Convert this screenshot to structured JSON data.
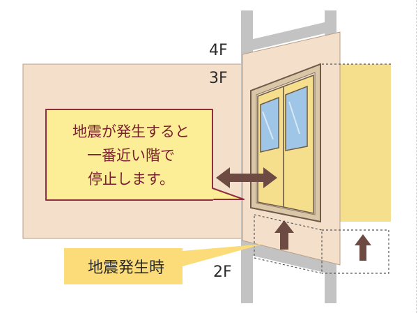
{
  "floors": {
    "upper": "4F",
    "current": "3F",
    "lower": "2F"
  },
  "callout": {
    "lines": [
      "地震が発生すると",
      "一番近い階で",
      "停止します。"
    ]
  },
  "event_label": "地震発生時",
  "colors": {
    "wall": "#f3dfca",
    "pillar": "#c3c3c3",
    "door": "#f6df8c",
    "door_frame": "#d9c7a8",
    "glass": "#9fc6e6",
    "callout_bg": "#fbee96",
    "callout_border": "#8f2f3e",
    "arrow": "#6e4b42",
    "label_bg": "#fbdc78"
  }
}
